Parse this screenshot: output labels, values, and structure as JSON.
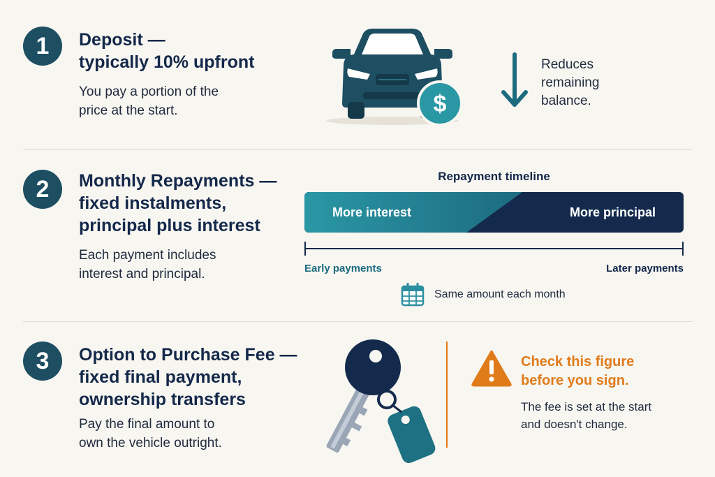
{
  "steps": [
    {
      "number": "1",
      "title_lines": [
        "Deposit —",
        "typically 10% upfront"
      ],
      "desc_lines": [
        "You pay a portion of the",
        "price at the start."
      ]
    },
    {
      "number": "2",
      "title_lines": [
        "Monthly Repayments —",
        "fixed instalments,",
        "principal plus interest"
      ],
      "desc_lines": [
        "Each payment includes",
        "interest and principal."
      ]
    },
    {
      "number": "3",
      "title_lines": [
        "Option to Purchase Fee —",
        "fixed final payment,",
        "ownership transfers"
      ],
      "desc_lines": [
        "Pay the final amount to",
        "own the vehicle outright."
      ]
    }
  ],
  "deposit_visual": {
    "car_icon": "car-icon",
    "badge_icon": "dollar-sign-icon",
    "arrow_icon": "arrow-down-icon",
    "reduces_lines": [
      "Reduces",
      "remaining",
      "balance."
    ]
  },
  "timeline": {
    "title": "Repayment timeline",
    "left_label": "More interest",
    "right_label": "More principal",
    "start_label": "Early payments",
    "end_label": "Later payments",
    "calendar_icon": "calendar-icon",
    "note": "Same amount each month"
  },
  "purchase_visual": {
    "key_icon": "key-icon",
    "warning_icon": "warning-triangle-icon",
    "warning_title_lines": [
      "Check this figure",
      "before you sign."
    ],
    "warning_text_lines": [
      "The fee is set at the start",
      "and doesn't change."
    ]
  },
  "colors": {
    "background": "#f8f6f1",
    "navy": "#14284a",
    "teal": "#2a97a5",
    "dark_teal": "#1d4e62",
    "orange": "#e07b1a"
  }
}
